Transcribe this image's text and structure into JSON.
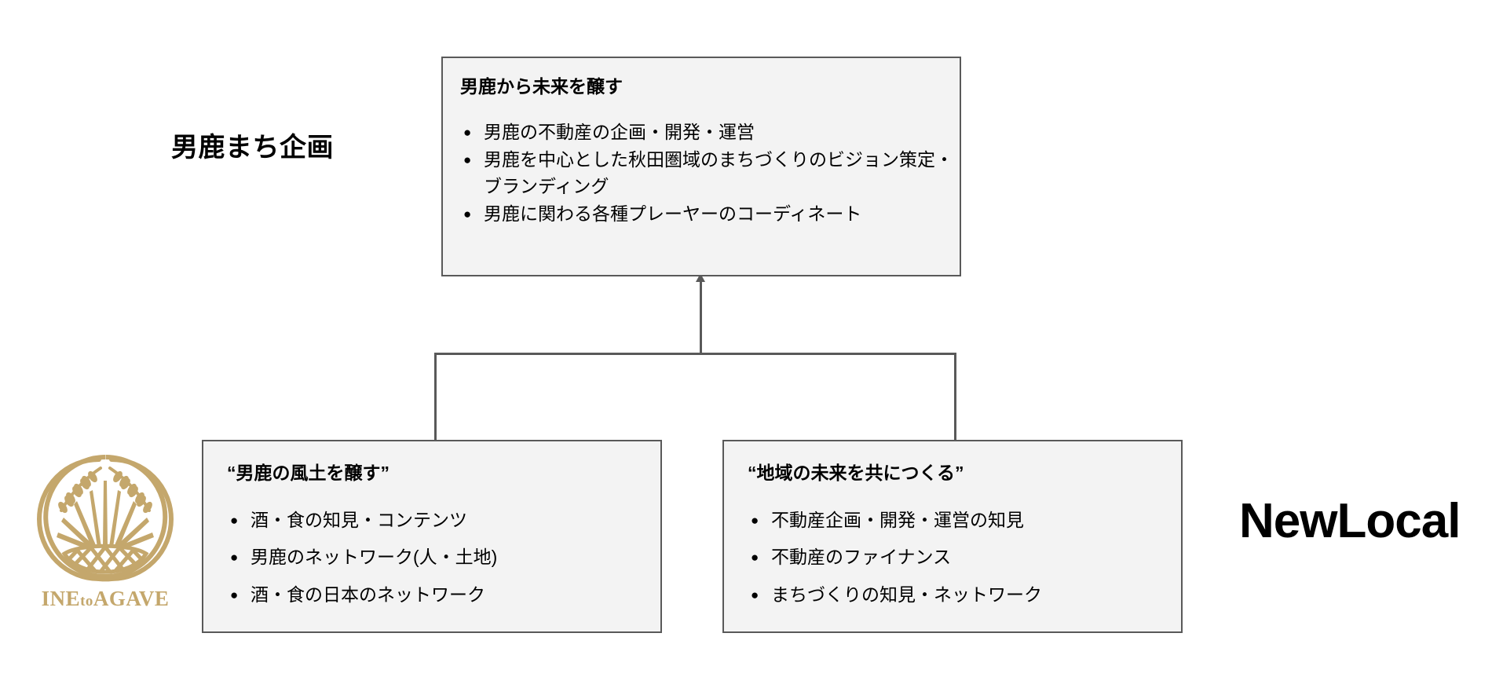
{
  "page": {
    "background": "#ffffff",
    "box_fill": "#f3f3f3",
    "box_border": "#595959",
    "logo_gold": "#c4a76c",
    "text_color": "#000000"
  },
  "org_label": "男鹿まち企画",
  "nodes": {
    "top": {
      "title": "男鹿から未来を醸す",
      "bullets": [
        "男鹿の不動産の企画・開発・運営",
        "男鹿を中心とした秋田圏域のまちづくりのビジョン策定・ブランディング",
        "男鹿に関わる各種プレーヤーのコーディネート"
      ]
    },
    "bottom_left": {
      "title": "“男鹿の風土を醸す”",
      "bullets": [
        "酒・食の知見・コンテンツ",
        "男鹿のネットワーク(人・土地)",
        "酒・食の日本のネットワーク"
      ]
    },
    "bottom_right": {
      "title": "“地域の未来を共につくる”",
      "bullets": [
        "不動産企画・開発・運営の知見",
        "不動産のファイナンス",
        "まちづくりの知見・ネットワーク"
      ]
    }
  },
  "logos": {
    "ine_to_agave": {
      "name": "ine-to-agave-logo",
      "wordmark": "INEtoAGAVE",
      "color": "#c4a76c"
    },
    "newlocal": {
      "name": "newlocal-logo",
      "wordmark": "NewLocal",
      "color": "#000000"
    }
  },
  "bullet_glyph": "●"
}
